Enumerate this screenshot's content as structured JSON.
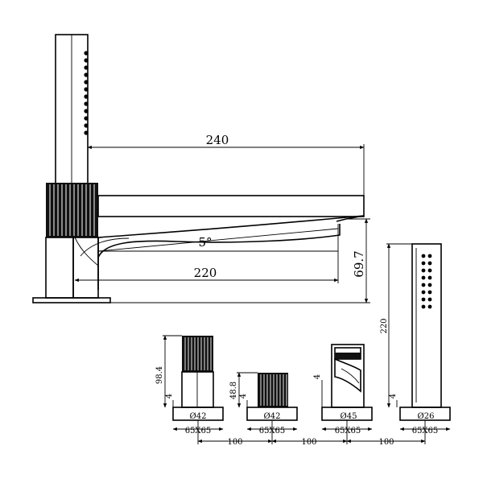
{
  "side_view": {
    "dim_spout_length": "240",
    "dim_outlet_offset": "220",
    "dim_angle": "5°",
    "dim_height": "69.7"
  },
  "handshower": {
    "dim_height": "220",
    "base_dia": "Ø26",
    "base_square": "65X65",
    "dim_small": "4"
  },
  "control_1": {
    "dim_height": "98.4",
    "base_dia": "Ø42",
    "base_square": "65X65",
    "dim_small": "4"
  },
  "control_2": {
    "dim_height": "48.8",
    "base_dia": "Ø42",
    "base_square": "65X65",
    "dim_small": "4"
  },
  "spout_front": {
    "base_dia": "Ø45",
    "base_square": "65X65",
    "dim_small": "4"
  },
  "spacing": [
    "100",
    "100",
    "100"
  ]
}
